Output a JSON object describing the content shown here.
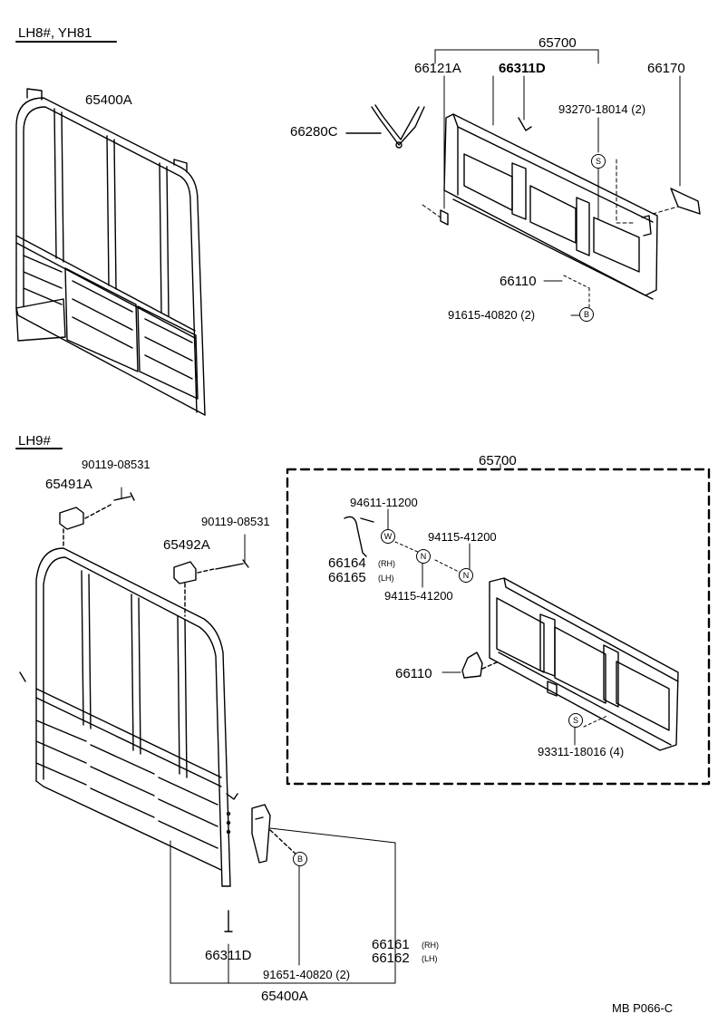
{
  "sections": {
    "top": "LH8#, YH81",
    "bottom": "LH9#"
  },
  "top": {
    "assembly": "65700",
    "frame": "65400A",
    "stay": "66280C",
    "hinge_a": "66121A",
    "hinge_b": "66311D",
    "hook": "66170",
    "screw": "93270-18014 (2)",
    "pin": "66110",
    "bolt": "91615-40820 (2)",
    "marker_s": "S",
    "marker_b": "B"
  },
  "bottom": {
    "assembly": "65700",
    "bracket_left": "65491A",
    "bracket_left_bolt": "90119-08531",
    "bracket_right": "65492A",
    "bracket_right_bolt": "90119-08531",
    "washer": "94611-11200",
    "nut_upper": "94115-41200",
    "nut_lower": "94115-41200",
    "chain_rh": "66164",
    "chain_lh": "66165",
    "rh_suffix": "(RH)",
    "lh_suffix": "(LH)",
    "pin": "66110",
    "screw": "93311-18016 (4)",
    "lock_rh": "66161",
    "lock_lh": "66162",
    "hinge": "66311D",
    "bolt": "91651-40820 (2)",
    "frame": "65400A",
    "marker_w": "W",
    "marker_n1": "N",
    "marker_n2": "N",
    "marker_s": "S",
    "marker_b": "B"
  },
  "footer_code": "MB  P066-C"
}
